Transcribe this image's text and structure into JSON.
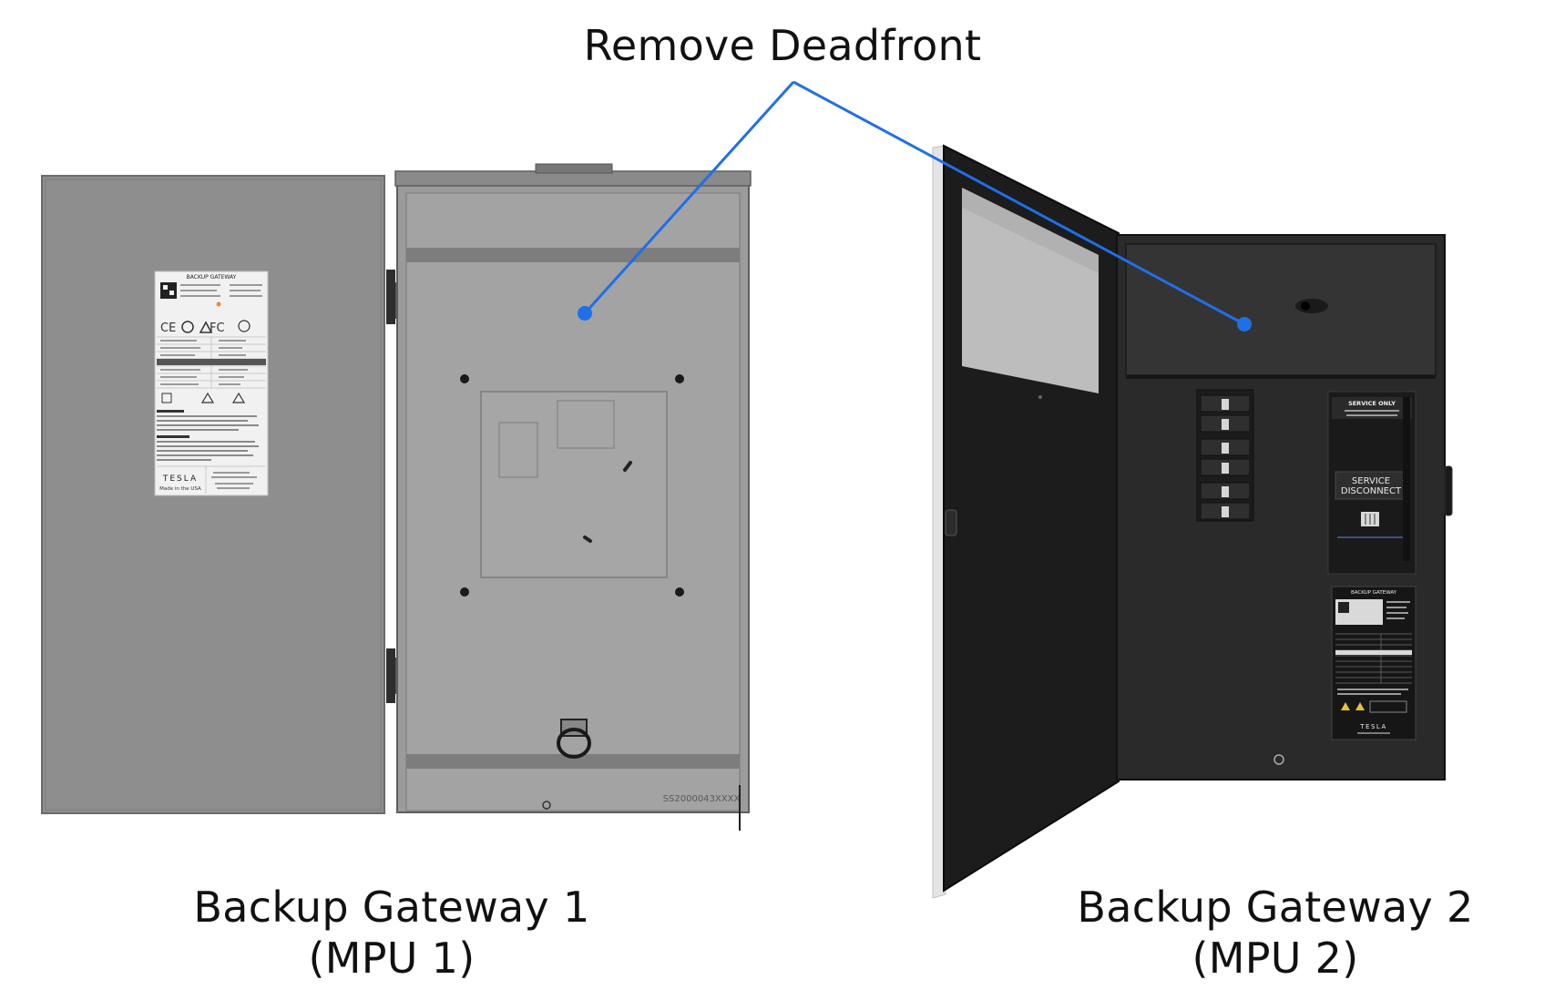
{
  "callout": {
    "title": "Remove Deadfront"
  },
  "gateway_1": {
    "caption_line1": "Backup Gateway 1",
    "caption_line2": "(MPU 1)",
    "label": {
      "heading": "BACKUP GATEWAY",
      "brand": "TESLA",
      "made_in": "Made in the USA",
      "serial": "SS2000043XXXX"
    }
  },
  "gateway_2": {
    "caption_line1": "Backup Gateway 2",
    "caption_line2": "(MPU 2)",
    "service_only": "SERVICE ONLY",
    "service_disconnect_line1": "SERVICE",
    "service_disconnect_line2": "DISCONNECT",
    "label": {
      "heading": "BACKUP GATEWAY",
      "brand": "TESLA"
    }
  },
  "colors": {
    "leader": "#1f6fe8",
    "gw1_body": "#9a9a9a",
    "gw1_door": "#8c8c8c",
    "gw2_body": "#2a2a2a",
    "gw2_door": "#1e1e1e"
  }
}
